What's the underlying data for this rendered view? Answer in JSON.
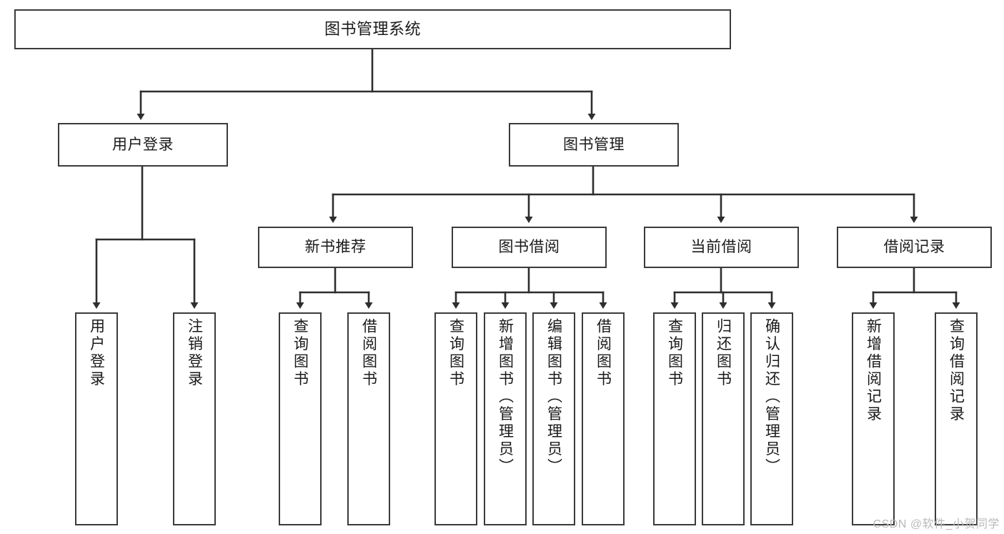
{
  "diagram": {
    "type": "tree",
    "title": "图书管理系统",
    "colors": {
      "box_border": "#3b3b3b",
      "box_fill": "#ffffff",
      "connector": "#2e2e2e",
      "text": "#1a1a1a",
      "watermark": "#b9b9b9"
    },
    "watermark": "CSDN @软件_小贺同学",
    "levels": {
      "root": "图书管理系统",
      "level2": [
        "用户登录",
        "图书管理"
      ],
      "level3": [
        "新书推荐",
        "图书借阅",
        "当前借阅",
        "借阅记录"
      ]
    },
    "nodes": {
      "root": {
        "label": "图书管理系统"
      },
      "user_login": {
        "label": "用户登录"
      },
      "book_manage": {
        "label": "图书管理"
      },
      "new_book_rec": {
        "label": "新书推荐"
      },
      "book_borrow": {
        "label": "图书借阅"
      },
      "current_borrow": {
        "label": "当前借阅"
      },
      "borrow_record": {
        "label": "借阅记录"
      },
      "leaf_user_login": {
        "label": "用户登录"
      },
      "leaf_logout": {
        "label": "注销登录"
      },
      "leaf_query_book_1": {
        "label": "查询图书"
      },
      "leaf_borrow_book_1": {
        "label": "借阅图书"
      },
      "leaf_query_book_2": {
        "label": "查询图书"
      },
      "leaf_add_book_admin": {
        "label": "新增图书（管理员）"
      },
      "leaf_edit_book_admin": {
        "label": "编辑图书（管理员）"
      },
      "leaf_borrow_book_2": {
        "label": "借阅图书"
      },
      "leaf_query_book_3": {
        "label": "查询图书"
      },
      "leaf_return_book": {
        "label": "归还图书"
      },
      "leaf_confirm_return_admin": {
        "label": "确认归还（管理员）"
      },
      "leaf_add_record": {
        "label": "新增借阅记录"
      },
      "leaf_query_record": {
        "label": "查询借阅记录"
      }
    },
    "edges": [
      {
        "from": "root",
        "to": "user_login"
      },
      {
        "from": "root",
        "to": "book_manage"
      },
      {
        "from": "user_login",
        "to": "leaf_user_login"
      },
      {
        "from": "user_login",
        "to": "leaf_logout"
      },
      {
        "from": "book_manage",
        "to": "new_book_rec"
      },
      {
        "from": "book_manage",
        "to": "book_borrow"
      },
      {
        "from": "book_manage",
        "to": "current_borrow"
      },
      {
        "from": "book_manage",
        "to": "borrow_record"
      },
      {
        "from": "new_book_rec",
        "to": "leaf_query_book_1"
      },
      {
        "from": "new_book_rec",
        "to": "leaf_borrow_book_1"
      },
      {
        "from": "book_borrow",
        "to": "leaf_query_book_2"
      },
      {
        "from": "book_borrow",
        "to": "leaf_add_book_admin"
      },
      {
        "from": "book_borrow",
        "to": "leaf_edit_book_admin"
      },
      {
        "from": "book_borrow",
        "to": "leaf_borrow_book_2"
      },
      {
        "from": "current_borrow",
        "to": "leaf_query_book_3"
      },
      {
        "from": "current_borrow",
        "to": "leaf_return_book"
      },
      {
        "from": "current_borrow",
        "to": "leaf_confirm_return_admin"
      },
      {
        "from": "borrow_record",
        "to": "leaf_add_record"
      },
      {
        "from": "borrow_record",
        "to": "leaf_query_record"
      }
    ]
  }
}
